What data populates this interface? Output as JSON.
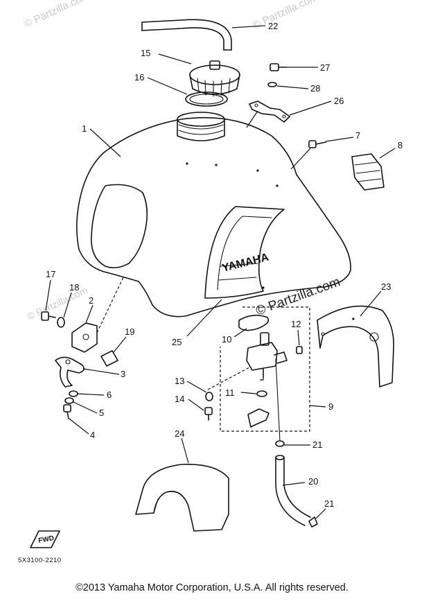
{
  "watermarks": [
    "© Partzilla.com",
    "© Partzilla.com",
    "© Partzilla.com",
    "© Partzilla.com"
  ],
  "tank_logo": "YAMAHA",
  "fwd_mark": "FWD",
  "reference_code": "5X3100-2210",
  "copyright": "©2013  Yamaha Motor Corporation, U.S.A. All rights reserved.",
  "callouts": {
    "c1": "1",
    "c2": "2",
    "c3": "3",
    "c4": "4",
    "c5": "5",
    "c6": "6",
    "c7": "7",
    "c8": "8",
    "c9": "9",
    "c10": "10",
    "c11": "11",
    "c12": "12",
    "c13": "13",
    "c14": "14",
    "c15": "15",
    "c16": "16",
    "c17": "17",
    "c18": "18",
    "c19": "19",
    "c20": "20",
    "c21a": "21",
    "c21b": "21",
    "c22": "22",
    "c23": "23",
    "c24": "24",
    "c25": "25",
    "c26": "26",
    "c27": "27",
    "c28": "28"
  }
}
